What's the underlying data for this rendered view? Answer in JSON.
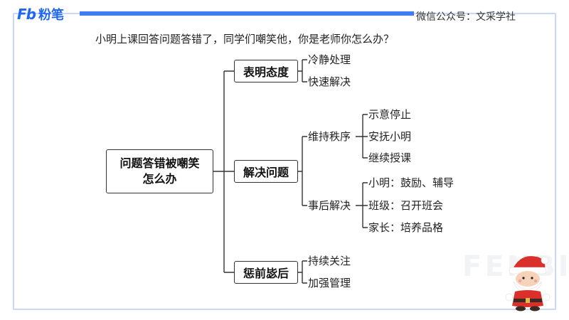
{
  "header": {
    "logo_mark": "Fb",
    "logo_text": "粉笔",
    "wechat": "微信公众号：文采学社"
  },
  "question": "小明上课回答问题答错了，同学们嘲笑他，你是老师你怎么办？",
  "mindmap": {
    "root": {
      "line1": "问题答错被嘲笑",
      "line2": "怎么办"
    },
    "branches": [
      {
        "label": "表明态度",
        "children": [
          "冷静处理",
          "快速解决"
        ]
      },
      {
        "label": "解决问题",
        "children": [
          {
            "label": "维持秩序",
            "children": [
              "示意停止",
              "安抚小明",
              "继续授课"
            ]
          },
          {
            "label": "事后解决",
            "children": [
              "小明：鼓励、辅导",
              "班级：召开班会",
              "家长：培养品格"
            ]
          }
        ]
      },
      {
        "label": "惩前毖后",
        "children": [
          "持续关注",
          "加强管理"
        ]
      }
    ]
  },
  "colors": {
    "accent": "#3f7df4",
    "frame": "#c9d9f5",
    "line": "#333333"
  }
}
